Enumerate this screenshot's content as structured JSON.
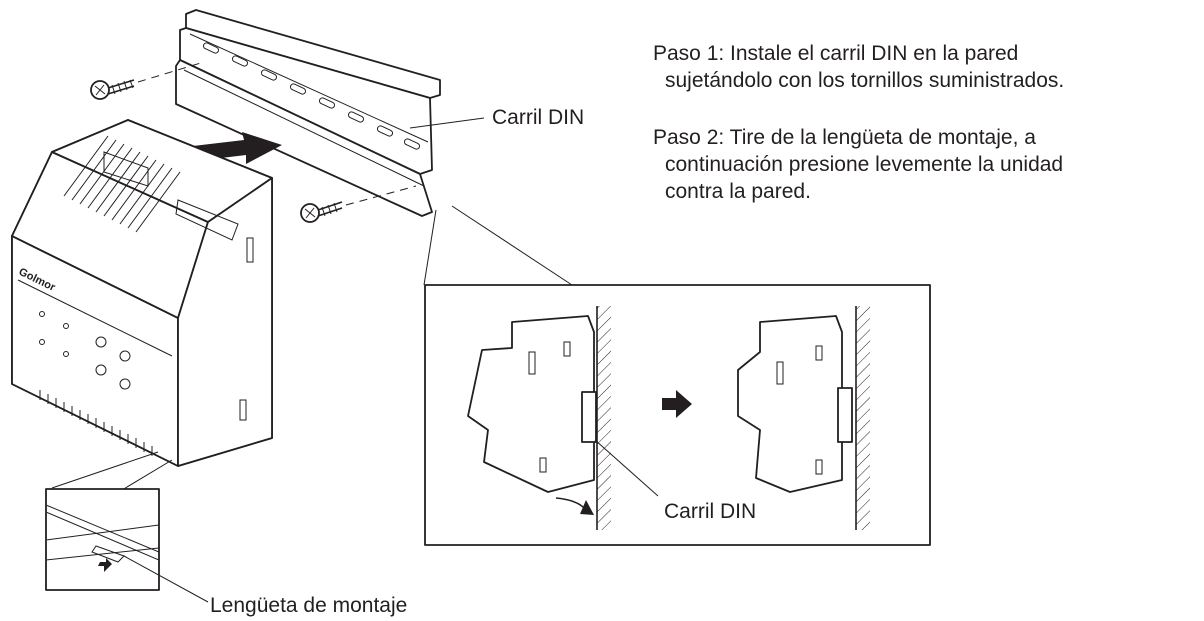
{
  "steps": [
    {
      "line1": "Paso 1: Instale el carril DIN en la pared",
      "line2": "sujetándolo con los tornillos suministrados."
    },
    {
      "line1": "Paso 2: Tire de la lengüeta de montaje, a",
      "line2": "continuación presione levemente la unidad",
      "line3": "contra la pared."
    }
  ],
  "labels": {
    "din_rail_top": "Carril DIN",
    "din_rail_detail": "Carril DIN",
    "mounting_tab": "Lengüeta de montaje"
  },
  "brand": "Golmor"
}
